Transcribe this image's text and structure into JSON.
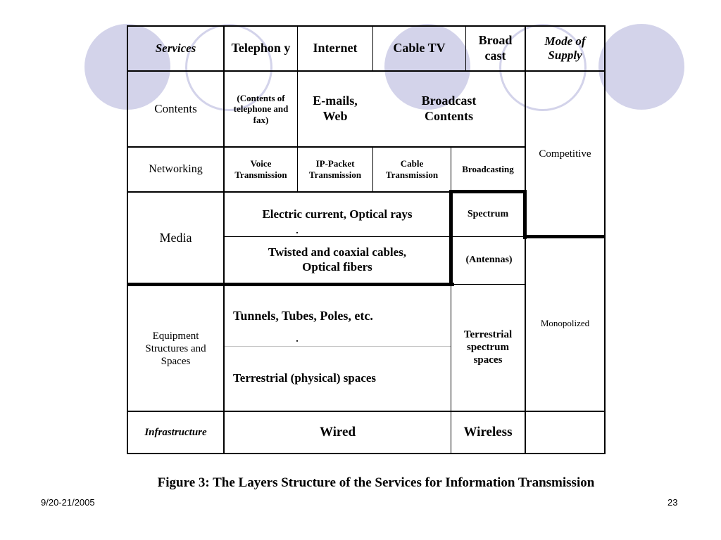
{
  "header": {
    "services": "Services",
    "telephony": "Telephon y",
    "internet": "Internet",
    "cable_tv": "Cable TV",
    "broadcast": "Broad cast",
    "mode_of_supply": "Mode of Supply"
  },
  "contents": {
    "label": "Contents",
    "telephony": "(Contents of telephone and fax)",
    "internet": "E-mails, Web",
    "broadcast": "Broadcast Contents"
  },
  "networking": {
    "label": "Networking",
    "voice": "Voice Transmission",
    "ip_packet": "IP-Packet Transmission",
    "cable": "Cable Transmission",
    "broadcasting": "Broadcasting"
  },
  "media": {
    "label": "Media",
    "electric": "Electric current, Optical rays",
    "electric_dot": ".",
    "spectrum": "Spectrum",
    "cables": "Twisted and coaxial cables, Optical fibers",
    "antennas": "(Antennas)"
  },
  "equipment": {
    "label": "Equipment Structures and Spaces",
    "tunnels": "Tunnels, Tubes, Poles, etc.",
    "tunnels_dot": ".",
    "terrestrial_physical": "Terrestrial (physical) spaces",
    "terrestrial_spectrum": "Terrestrial spectrum spaces"
  },
  "infrastructure": {
    "label": "Infrastructure",
    "wired": "Wired",
    "wireless": "Wireless"
  },
  "mode": {
    "competitive": "Competitive",
    "monopolized": "Monopolized"
  },
  "caption": "Figure 3:  The Layers Structure of the Services for Information Transmission",
  "footer": {
    "date": "9/20-21/2005",
    "page": "23"
  },
  "colors": {
    "decoration": "#d3d3ea",
    "lines": "#000000"
  }
}
